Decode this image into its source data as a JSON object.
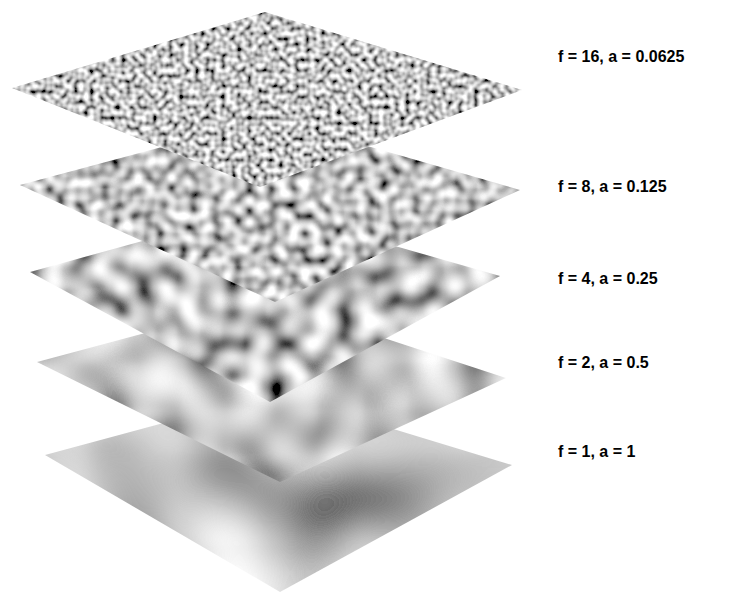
{
  "diagram": {
    "labels": [
      "f = 16, a = 0.0625",
      "f = 8, a = 0.125",
      "f = 4, a = 0.25",
      "f = 2, a = 0.5",
      "f = 1, a = 1"
    ]
  }
}
